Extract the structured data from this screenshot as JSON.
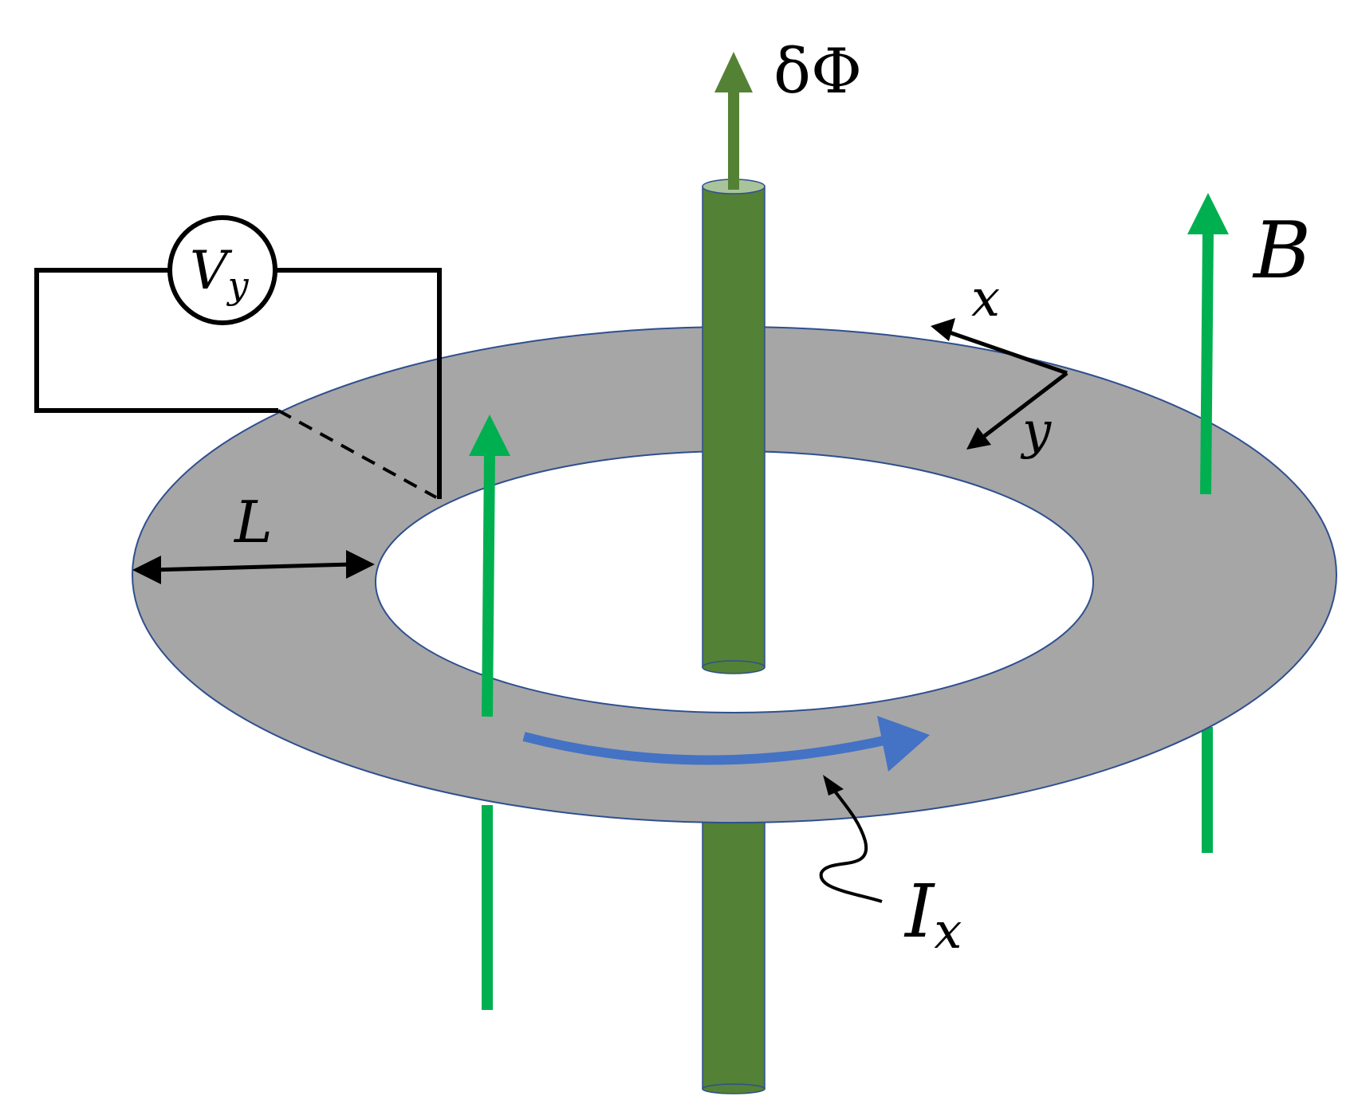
{
  "labels": {
    "flux": "δΦ",
    "field": "B",
    "x_axis": "x",
    "y_axis": "y",
    "width": "L",
    "current_main": "I",
    "current_sub": "x",
    "voltmeter_main": "V",
    "voltmeter_sub": "y"
  },
  "colors": {
    "background": "#ffffff",
    "ring_fill": "#a6a6a6",
    "ring_edge": "#2f4f8f",
    "flux_tube": "#538135",
    "flux_tube_dark": "#3d6128",
    "field_arrow": "#00b050",
    "current_arrow": "#4472c4",
    "wire": "#000000"
  },
  "icons": {
    "flux_arrow": "arrow-up-icon",
    "field_arrows": "arrow-up-icon",
    "current_arrow": "curved-arrow-right-icon",
    "voltmeter": "circle-voltmeter-icon",
    "width_marker": "double-headed-arrow-icon"
  }
}
